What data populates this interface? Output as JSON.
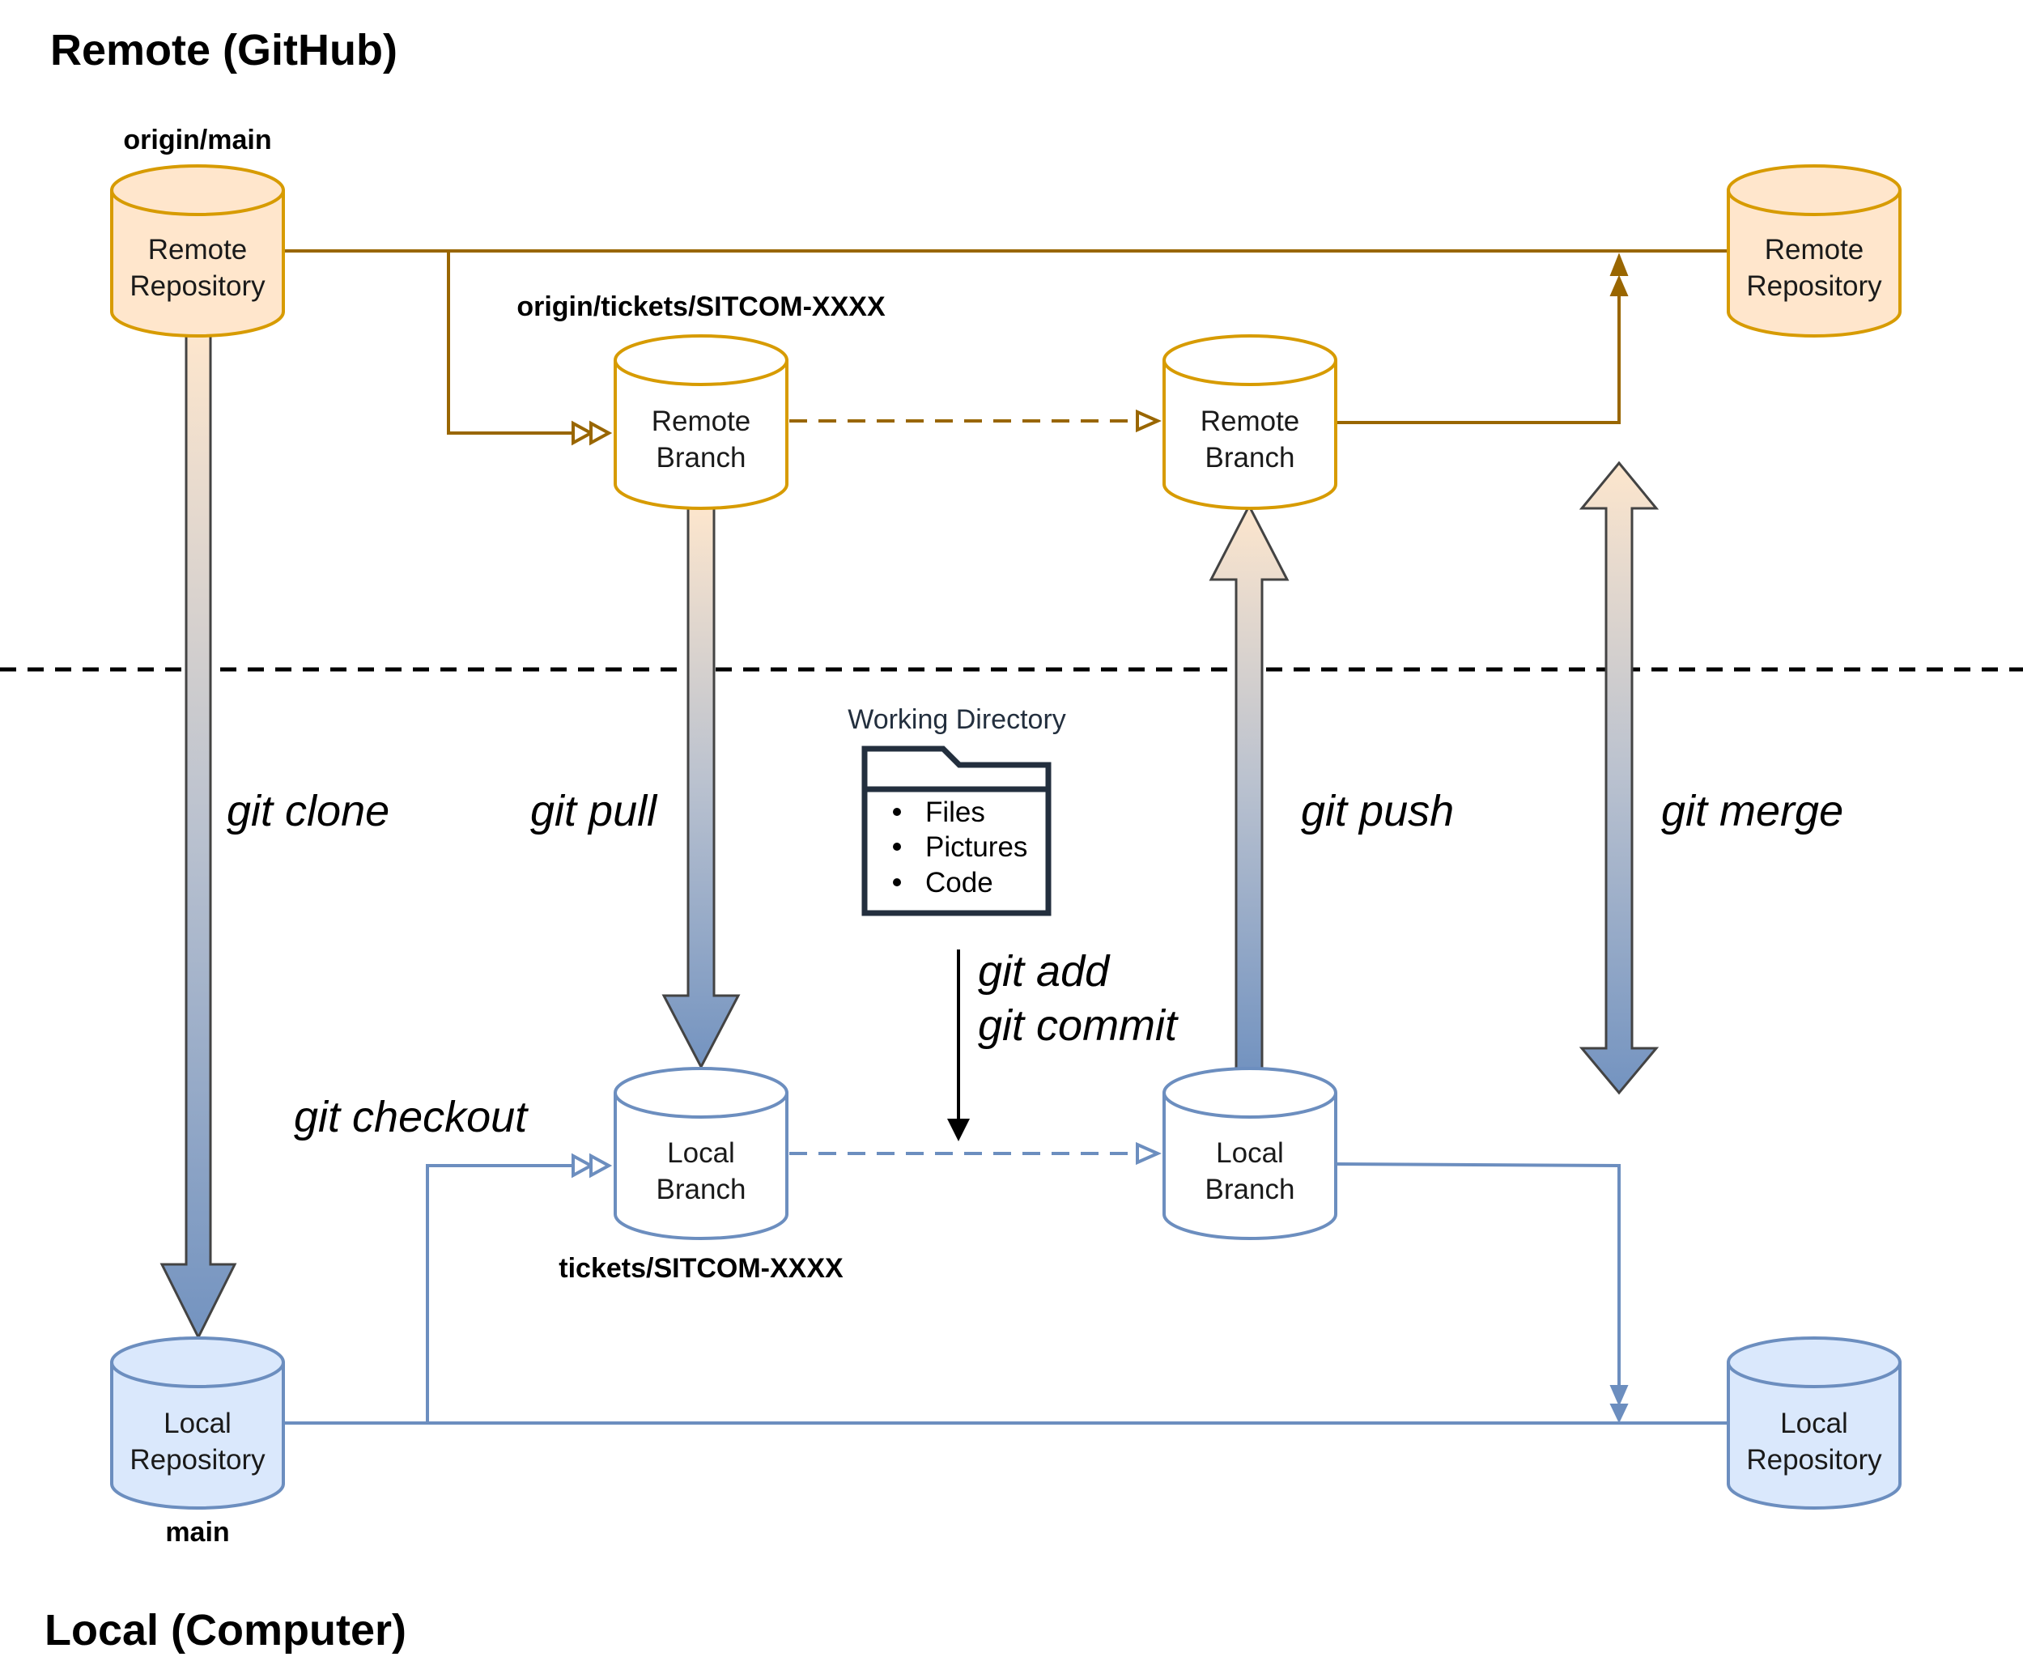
{
  "titles": {
    "remote": "Remote (GitHub)",
    "local": "Local (Computer)"
  },
  "branch_labels": {
    "origin_main": "origin/main",
    "origin_ticket": "origin/tickets/SITCOM-XXXX",
    "local_ticket": "tickets/SITCOM-XXXX",
    "main": "main"
  },
  "cylinders": {
    "remote_repo_left": {
      "line1": "Remote",
      "line2": "Repository"
    },
    "remote_repo_right": {
      "line1": "Remote",
      "line2": "Repository"
    },
    "remote_branch_1": {
      "line1": "Remote",
      "line2": "Branch"
    },
    "remote_branch_2": {
      "line1": "Remote",
      "line2": "Branch"
    },
    "local_branch_1": {
      "line1": "Local",
      "line2": "Branch"
    },
    "local_branch_2": {
      "line1": "Local",
      "line2": "Branch"
    },
    "local_repo_left": {
      "line1": "Local",
      "line2": "Repository"
    },
    "local_repo_right": {
      "line1": "Local",
      "line2": "Repository"
    }
  },
  "commands": {
    "clone": "git clone",
    "pull": "git pull",
    "push": "git push",
    "merge": "git merge",
    "checkout": "git checkout",
    "add": "git add",
    "commit": "git commit"
  },
  "working_directory": {
    "title": "Working Directory",
    "items": [
      "Files",
      "Pictures",
      "Code"
    ],
    "icon": "folder-icon"
  },
  "colors": {
    "remote_fill": "#ffe6cc",
    "remote_stroke": "#d79b00",
    "remote_line": "#996600",
    "local_fill": "#dae8fc",
    "local_stroke": "#6c8ebf",
    "arrow_bottom": "#7393c0",
    "arrow_top": "#fde6cd"
  }
}
